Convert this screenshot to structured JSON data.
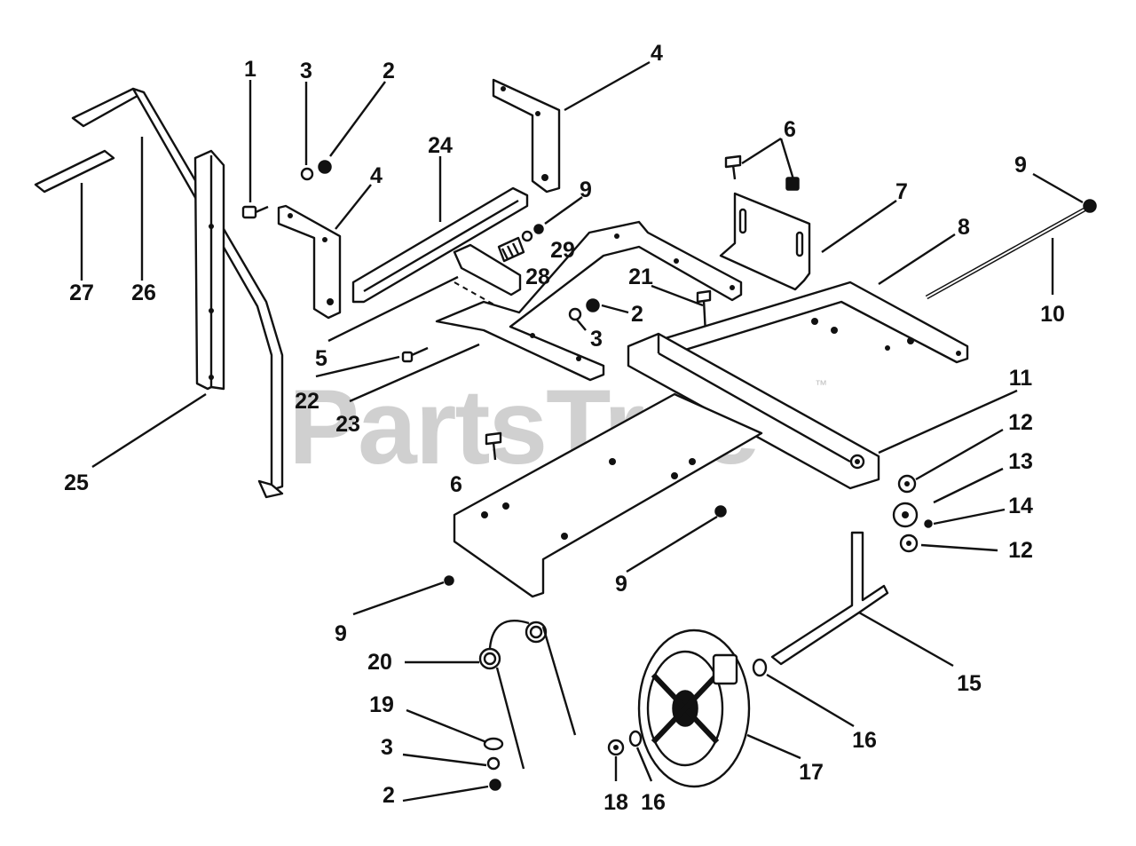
{
  "watermark": {
    "text": "PartsTree",
    "trademark": "™"
  },
  "callouts": [
    {
      "id": "c1",
      "label": "1"
    },
    {
      "id": "c3a",
      "label": "3"
    },
    {
      "id": "c2a",
      "label": "2"
    },
    {
      "id": "c4a",
      "label": "4"
    },
    {
      "id": "c24",
      "label": "24"
    },
    {
      "id": "c4b",
      "label": "4"
    },
    {
      "id": "c9a",
      "label": "9"
    },
    {
      "id": "c29",
      "label": "29"
    },
    {
      "id": "c28",
      "label": "28"
    },
    {
      "id": "c6a",
      "label": "6"
    },
    {
      "id": "c7",
      "label": "7"
    },
    {
      "id": "c8",
      "label": "8"
    },
    {
      "id": "c9b",
      "label": "9"
    },
    {
      "id": "c10",
      "label": "10"
    },
    {
      "id": "c27",
      "label": "27"
    },
    {
      "id": "c26",
      "label": "26"
    },
    {
      "id": "c21",
      "label": "21"
    },
    {
      "id": "c2b",
      "label": "2"
    },
    {
      "id": "c3b",
      "label": "3"
    },
    {
      "id": "c5",
      "label": "5"
    },
    {
      "id": "c22",
      "label": "22"
    },
    {
      "id": "c23",
      "label": "23"
    },
    {
      "id": "c25",
      "label": "25"
    },
    {
      "id": "c11",
      "label": "11"
    },
    {
      "id": "c12a",
      "label": "12"
    },
    {
      "id": "c13",
      "label": "13"
    },
    {
      "id": "c14",
      "label": "14"
    },
    {
      "id": "c12b",
      "label": "12"
    },
    {
      "id": "c6b",
      "label": "6"
    },
    {
      "id": "c9c",
      "label": "9"
    },
    {
      "id": "c9d",
      "label": "9"
    },
    {
      "id": "c15",
      "label": "15"
    },
    {
      "id": "c20",
      "label": "20"
    },
    {
      "id": "c19",
      "label": "19"
    },
    {
      "id": "c3c",
      "label": "3"
    },
    {
      "id": "c2c",
      "label": "2"
    },
    {
      "id": "c16a",
      "label": "16"
    },
    {
      "id": "c17",
      "label": "17"
    },
    {
      "id": "c18",
      "label": "18"
    },
    {
      "id": "c16b",
      "label": "16"
    }
  ]
}
